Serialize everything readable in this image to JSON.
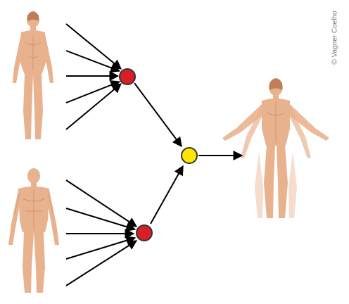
{
  "credit": "© Vagner Coelho",
  "colors": {
    "background": "#ffffff",
    "skin": "#e8b28e",
    "skin_detail": "#c9875f",
    "parent_node_fill": "#d81f26",
    "child_node_fill": "#ffe600",
    "node_stroke": "#333333",
    "arrow": "#000000"
  },
  "figures": [
    {
      "role": "female-parent",
      "icon": "female-body-figure"
    },
    {
      "role": "male-parent",
      "icon": "male-body-figure"
    },
    {
      "role": "offspring",
      "icon": "female-body-figure-multiple-arms"
    }
  ],
  "nodes": [
    {
      "role": "female-parent-node",
      "color": "red"
    },
    {
      "role": "male-parent-node",
      "color": "red"
    },
    {
      "role": "offspring-node",
      "color": "yellow"
    }
  ],
  "arrows": {
    "female_inputs": 5,
    "male_inputs": 5,
    "links": [
      "female-node-to-offspring-node",
      "male-node-to-offspring-node",
      "offspring-node-to-offspring-figure"
    ]
  }
}
